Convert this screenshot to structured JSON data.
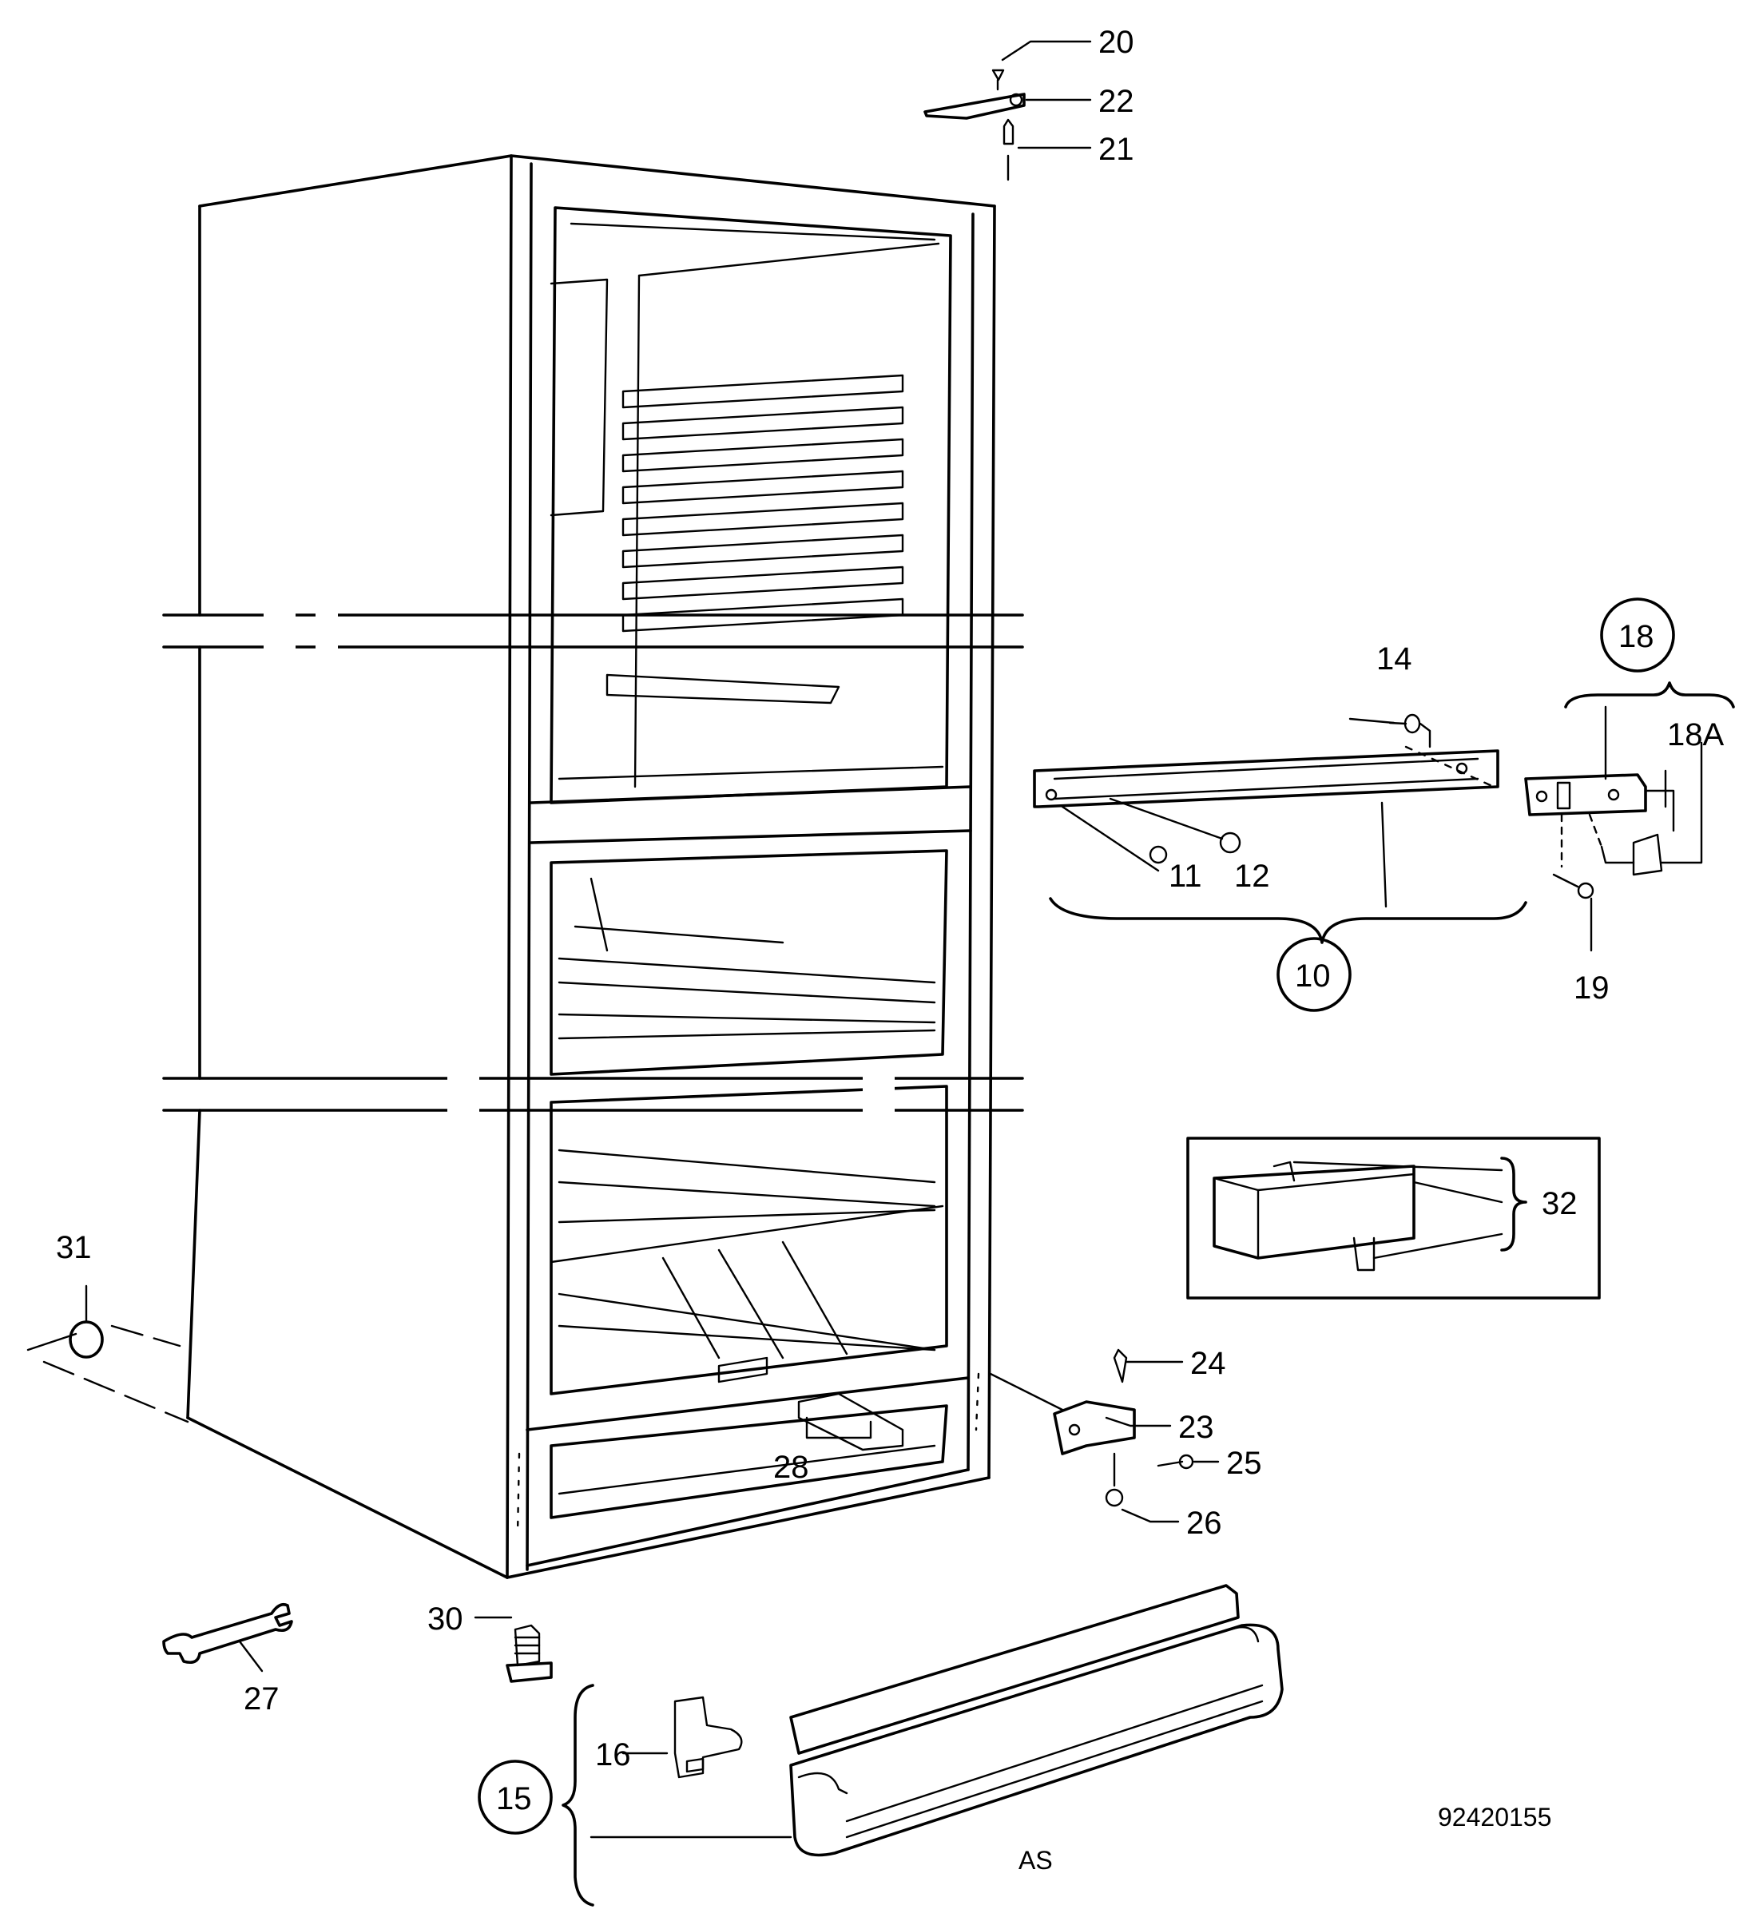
{
  "labels": {
    "l20": "20",
    "l22": "22",
    "l21": "21",
    "l14": "14",
    "l18": "18",
    "l18a": "18A",
    "l11": "11",
    "l12": "12",
    "l10": "10",
    "l19": "19",
    "l32": "32",
    "l31": "31",
    "l24": "24",
    "l23": "23",
    "l25": "25",
    "l26": "26",
    "l28": "28",
    "l30": "30",
    "l27": "27",
    "l16": "16",
    "l15": "15",
    "as": "AS",
    "code": "92420155"
  }
}
